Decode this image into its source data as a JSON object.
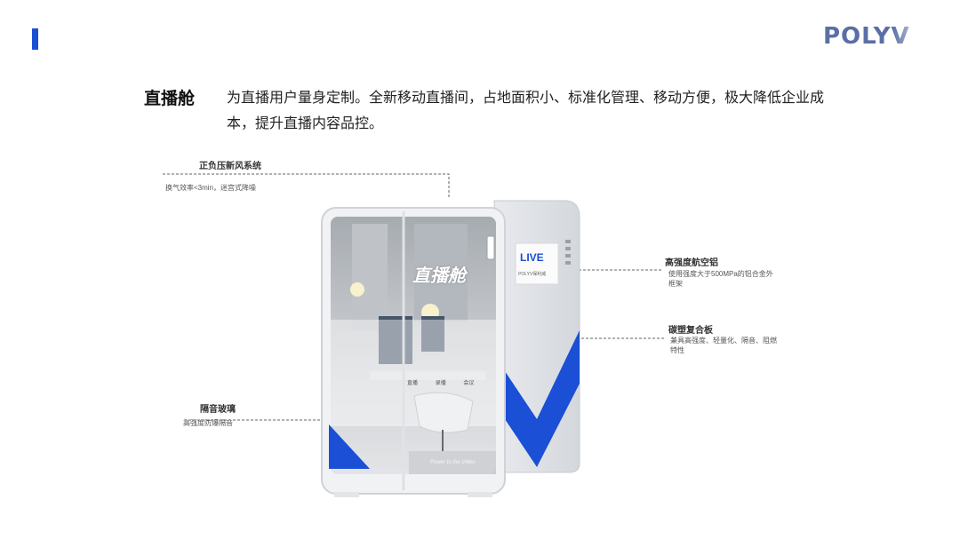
{
  "header": {
    "logo_text": "POLYV",
    "accent_color": "#1a4fd6"
  },
  "title": "直播舱",
  "intro": "为直播用户量身定制。全新移动直播间，占地面积小、标准化管理、移动方便，极大降低企业成本，提升直播内容品控。",
  "callouts": {
    "ventilation": {
      "title": "正负压新风系统",
      "desc": "换气效率<3min，迷宫式降噪"
    },
    "aluminum": {
      "title": "高强度航空铝",
      "desc": "使用强度大于500MPa的铝合金外框架"
    },
    "composite": {
      "title": "碳塑复合板",
      "desc": "兼具高强度、轻量化、隔音、阻燃特性"
    },
    "glass": {
      "title": "隔音玻璃",
      "desc": "高强度防爆隔音"
    }
  },
  "booth": {
    "glass_text": "直播舱",
    "live_badge": "LIVE",
    "brand_small": "POLYV保利威",
    "desk_labels": [
      "直播",
      "录播",
      "会议"
    ],
    "floor_text": "Power to the Video"
  }
}
